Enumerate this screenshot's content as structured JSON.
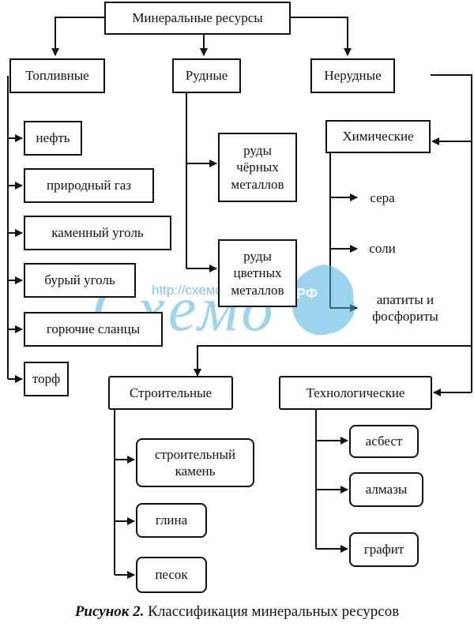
{
  "diagram": {
    "root": "Минеральные ресурсы",
    "categories": {
      "fuel": "Топливные",
      "ore": "Рудные",
      "nonmetal": "Нерудные"
    },
    "fuel_items": [
      "нефть",
      "природный газ",
      "каменный уголь",
      "бурый уголь",
      "горючие сланцы",
      "торф"
    ],
    "ore_items": [
      "руды\nчёрных\nметаллов",
      "руды\nцветных\nметаллов"
    ],
    "nonmetal_subcategories": {
      "chemical": "Химические",
      "building": "Строительные",
      "technological": "Технологические"
    },
    "chemical_items": [
      "сера",
      "соли",
      "апатиты и\nфосфориты"
    ],
    "building_items": [
      "строительный\nкамень",
      "глина",
      "песок"
    ],
    "technological_items": [
      "асбест",
      "алмазы",
      "графит"
    ]
  },
  "caption": {
    "figure": "Рисунок 2.",
    "text": " Классификация минеральных ресурсов"
  },
  "watermark": {
    "url": "http://схемо.рф",
    "logo": "Схемо",
    "rf": "РФ",
    "color": "#47b0df"
  }
}
